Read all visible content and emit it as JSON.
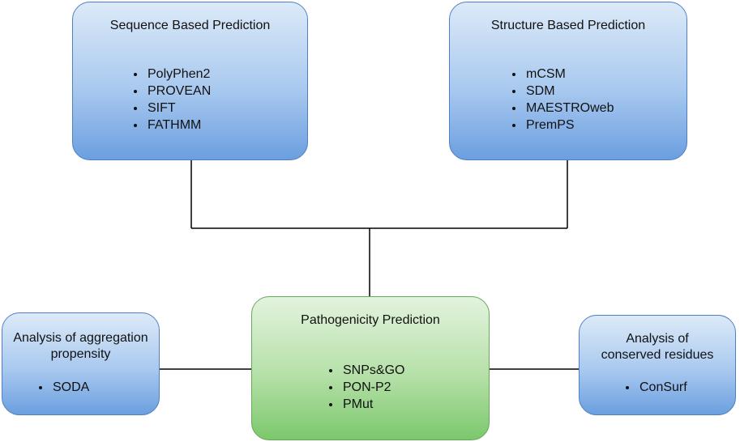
{
  "boxes": {
    "sequence": {
      "title": "Sequence Based Prediction",
      "items": [
        "PolyPhen2",
        "PROVEAN",
        "SIFT",
        "FATHMM"
      ]
    },
    "structure": {
      "title": "Structure Based Prediction",
      "items": [
        "mCSM",
        "SDM",
        "MAESTROweb",
        "PremPS"
      ]
    },
    "pathogenicity": {
      "title": "Pathogenicity Prediction",
      "items": [
        "SNPs&GO",
        "PON-P2",
        "PMut"
      ]
    },
    "aggregation": {
      "title_line1": "Analysis of aggregation",
      "title_line2": "propensity",
      "items": [
        "SODA"
      ]
    },
    "conserved": {
      "title_line1": "Analysis of",
      "title_line2": "conserved residues",
      "items": [
        "ConSurf"
      ]
    }
  },
  "colors": {
    "blue_box_top": "#dceaf8",
    "blue_box_bottom": "#6b9fe0",
    "green_box_top": "#e3f3de",
    "green_box_bottom": "#7cc86c",
    "connector": "#000000"
  }
}
